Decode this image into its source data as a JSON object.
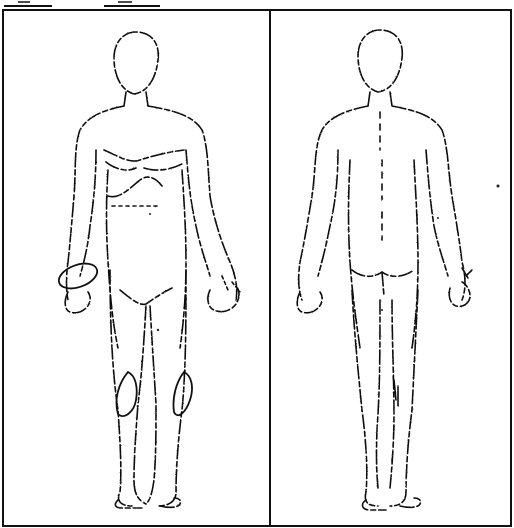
{
  "document": {
    "type": "body-diagram-form",
    "figures": [
      {
        "view": "front",
        "figure_icon": "human-body-front-outline",
        "marked_areas": [
          {
            "region": "right-hand",
            "mark": "circled"
          },
          {
            "region": "right-lower-leg",
            "mark": "circled"
          },
          {
            "region": "left-lower-leg",
            "mark": "circled"
          }
        ]
      },
      {
        "view": "back",
        "figure_icon": "human-body-back-outline",
        "marked_areas": []
      }
    ]
  }
}
